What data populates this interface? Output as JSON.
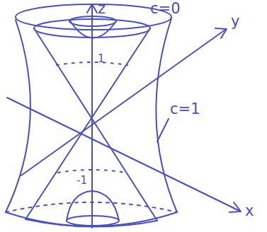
{
  "diagram": {
    "labels": [
      "z",
      "c=0",
      "y",
      "c=1",
      "x",
      "1",
      "-1"
    ]
  }
}
